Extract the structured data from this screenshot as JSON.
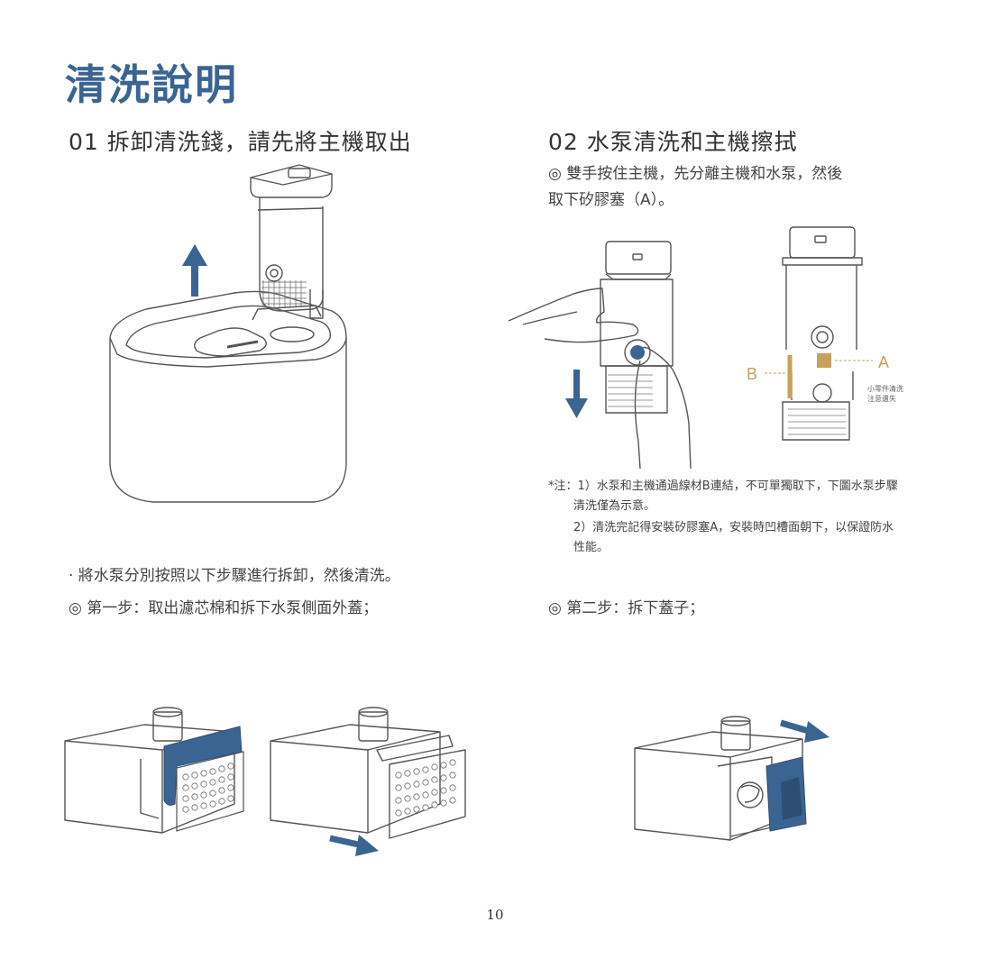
{
  "page": {
    "title": "清洗說明",
    "page_number": "10"
  },
  "section1": {
    "heading": "01 拆卸清洗錢，請先將主機取出"
  },
  "section2": {
    "heading": "02  水泵清洗和主機擦拭",
    "instruction_line1": "◎ 雙手按住主機，先分離主機和水泵，然後",
    "instruction_line2": "取下矽膠塞（A）。",
    "label_a": "A",
    "label_b": "B",
    "small_note_line1": "小零件清洗",
    "small_note_line2": "注意遺失"
  },
  "notes": {
    "line1": "*注：1）水泵和主機通過線材B連結，不可單獨取下，下圖水泵步驟",
    "line2": "清洗僅為示意。",
    "line3": "2）清洗完記得安裝矽膠塞A，安裝時凹槽面朝下，以保證防水",
    "line4": "性能。"
  },
  "steps": {
    "intro": "· 將水泵分別按照以下步驟進行拆卸，然後清洗。",
    "step1": "◎ 第一步：取出濾芯棉和拆下水泵側面外蓋；",
    "step2": "◎ 第二步：拆下蓋子；"
  },
  "colors": {
    "accent_blue": "#3a6592",
    "label_orange": "#c9a15a",
    "text": "#333333",
    "line": "#555555"
  }
}
